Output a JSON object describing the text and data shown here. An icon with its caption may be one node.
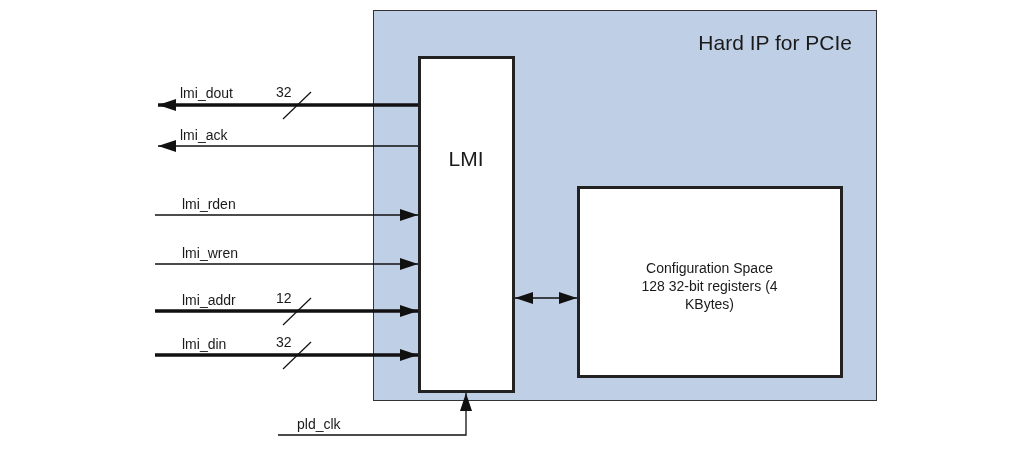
{
  "diagram": {
    "nodes": [
      {
        "text": [
          "Hard IP for PCIe"
        ]
      },
      {
        "text": [
          "LMI"
        ],
        "in": 0
      },
      {
        "text": [
          "Configuration Space 128 32-bit registers (4 KBytes)"
        ],
        "in": 0
      }
    ],
    "edges": [
      {
        "from": 1,
        "to": null,
        "arrow": "to",
        "label": "lmi_dout",
        "style": "thick"
      },
      {
        "from": 1,
        "to": null,
        "arrow": "to",
        "label": "lmi_ack"
      },
      {
        "from": null,
        "to": 1,
        "arrow": "to",
        "label": "lmi_rden"
      },
      {
        "from": null,
        "to": 1,
        "arrow": "to",
        "label": "lmi_wren"
      },
      {
        "from": null,
        "to": 1,
        "arrow": "to",
        "label": "lmi_addr",
        "style": "thick"
      },
      {
        "from": null,
        "to": 1,
        "arrow": "to",
        "label": "lmi_din",
        "style": "thick"
      },
      {
        "from": null,
        "to": 1,
        "arrow": "to",
        "label": "pld_clk"
      },
      {
        "from": 1,
        "to": 2,
        "arrow": "both"
      }
    ],
    "labels": [
      "32",
      "12",
      "32"
    ]
  }
}
